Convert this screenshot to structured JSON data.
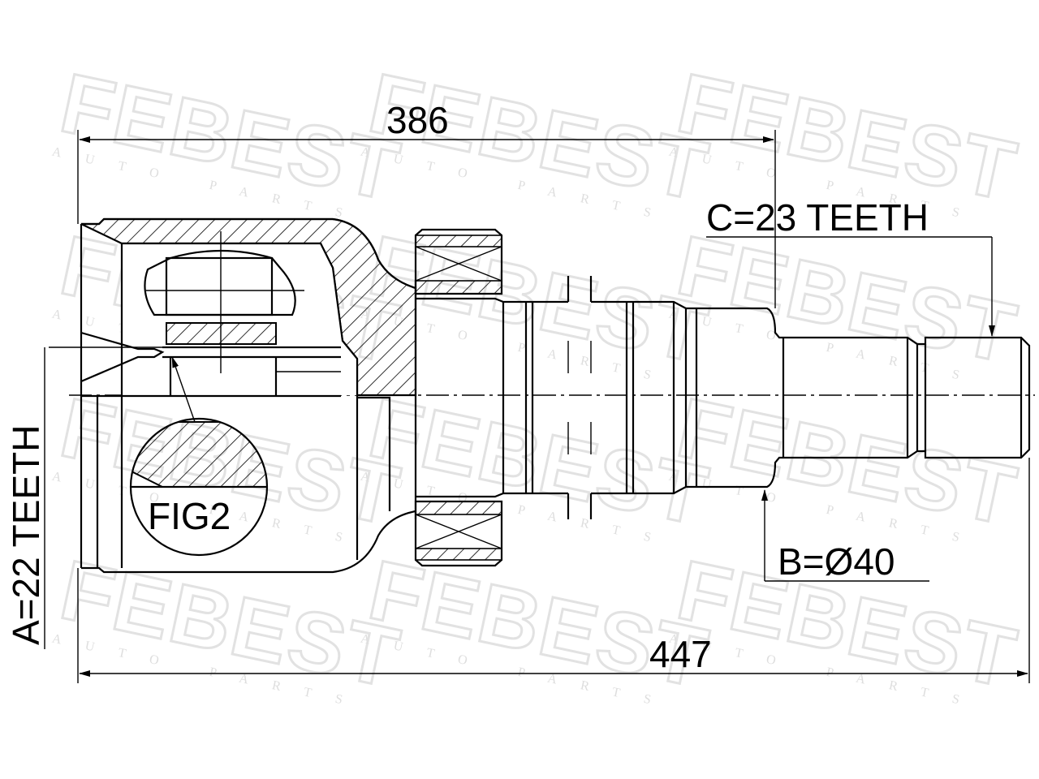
{
  "watermark": {
    "brand": "FEBEST",
    "sub": "AUTO PARTS"
  },
  "dimensions": {
    "length_upper": "386",
    "length_total": "447",
    "spline_inner": "A=22 TEETH",
    "diameter": "B=Ø40",
    "spline_outer": "C=23 TEETH"
  },
  "detail_label": "FIG2"
}
